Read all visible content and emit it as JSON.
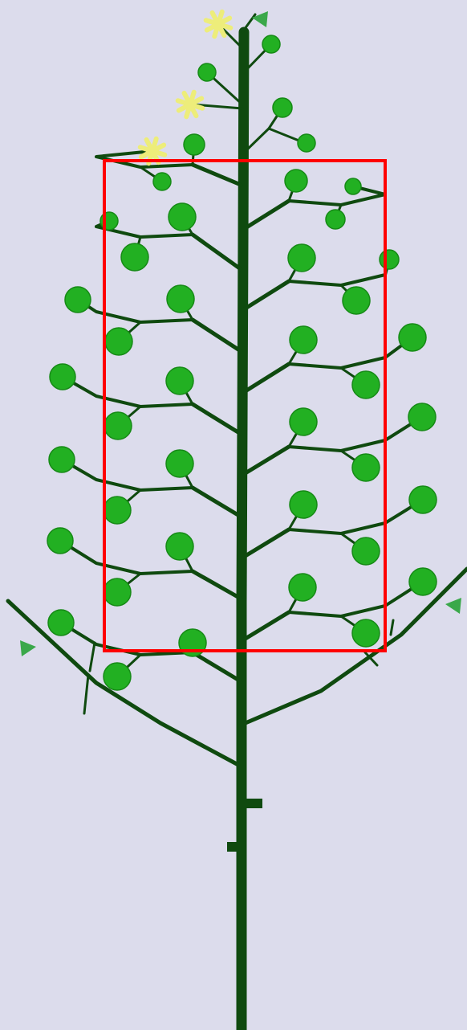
{
  "scene": {
    "subject": "plant",
    "background_color": "#dcdcec",
    "stem_color": "#0f4a0f",
    "fruit_color": "#22b022",
    "fruit_edge_color": "#168a16",
    "flower_color": "#eded7a",
    "leaf_color": "#3aa84a",
    "highlight_box_color": "#ff0000",
    "fruit_count": 40,
    "flower_count": 3
  }
}
